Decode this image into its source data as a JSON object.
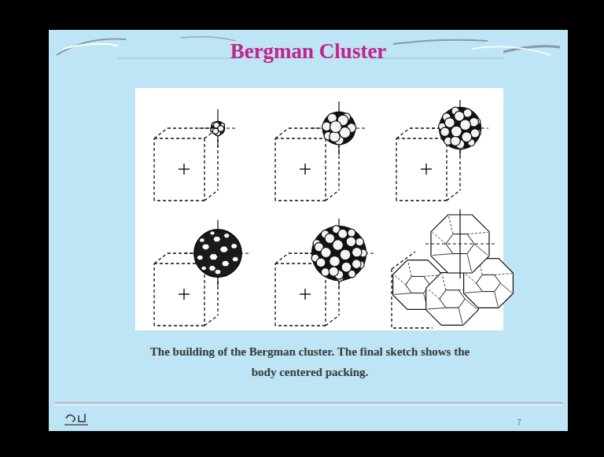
{
  "diagram": {
    "title": "Bergman Cluster",
    "caption": "The building of the Bergman cluster. The final sketch shows the body centered packing.",
    "labels": [
      "7"
    ]
  }
}
